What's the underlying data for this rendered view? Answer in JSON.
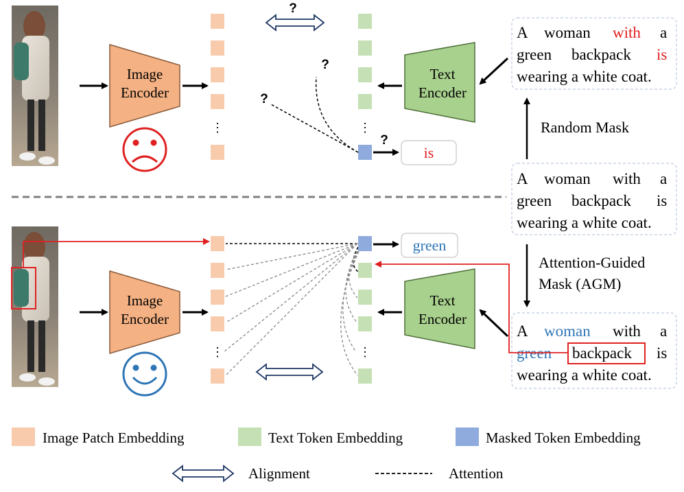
{
  "colors": {
    "image_encoder_fill": "#f4b183",
    "image_encoder_stroke": "#8a5a3a",
    "text_encoder_fill": "#a9d18e",
    "text_encoder_stroke": "#4f6f3a",
    "patch": "#f8cbad",
    "token": "#c5e0b4",
    "masked": "#8faadc",
    "sad_face": "#e02020",
    "happy_face": "#2e75b6",
    "red_highlight": "#e02020",
    "blue_highlight": "#2e75b6",
    "dashed_divider": "#7f7f7f"
  },
  "top": {
    "image_encoder": [
      "Image",
      "Encoder"
    ],
    "text_encoder": [
      "Text",
      "Encoder"
    ],
    "question_mark": "?",
    "ellipsis": "⋮",
    "prediction": "is",
    "face": "sad-face-icon"
  },
  "bottom": {
    "image_encoder": [
      "Image",
      "Encoder"
    ],
    "text_encoder": [
      "Text",
      "Encoder"
    ],
    "ellipsis": "⋮",
    "prediction": "green",
    "face": "happy-face-icon"
  },
  "right_panel": {
    "masked_random": {
      "line1": [
        "A",
        "woman",
        "with",
        "a"
      ],
      "line2": [
        "green",
        "backpack",
        "is"
      ],
      "line3": "wearing a white coat."
    },
    "random_mask_label": "Random Mask",
    "original": {
      "line1": [
        "A",
        "woman",
        "with",
        "a"
      ],
      "line2": [
        "green",
        "backpack",
        "is"
      ],
      "line3": "wearing a white coat."
    },
    "agm_label_line1": "Attention-Guided",
    "agm_label_line2": "Mask (AGM)",
    "masked_agm": {
      "line1": [
        "A",
        "woman",
        "with",
        "a"
      ],
      "line2": [
        "green",
        "backpack",
        "is"
      ],
      "line3": "wearing a white coat."
    }
  },
  "legend": {
    "patch_label": "Image Patch Embedding",
    "token_label": "Text Token Embedding",
    "masked_label": "Masked Token Embedding",
    "alignment_label": "Alignment",
    "attention_label": "Attention"
  }
}
